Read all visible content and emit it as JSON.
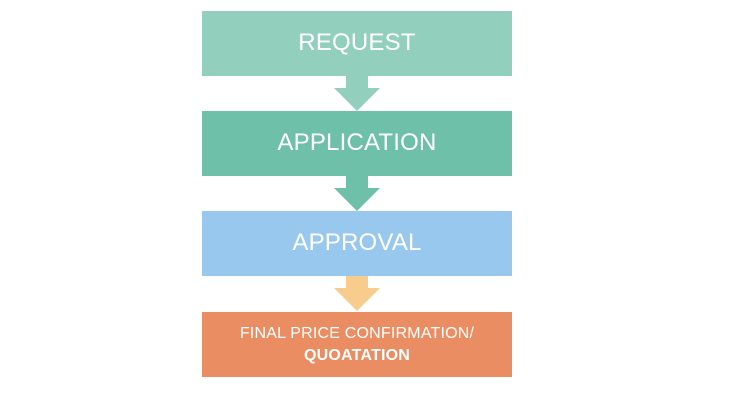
{
  "steps": [
    {
      "label": "REQUEST",
      "color": "#93cfbd"
    },
    {
      "label": "APPLICATION",
      "color": "#6fc0a8"
    },
    {
      "label": "APPROVAL",
      "color": "#99c8ef"
    },
    {
      "label_line1": "FINAL PRICE CONFIRMATION/",
      "label_line2": "QUOATATION",
      "color": "#ea8d63"
    }
  ],
  "arrows": [
    {
      "color": "#93cfbd"
    },
    {
      "color": "#6fc0a8"
    },
    {
      "color": "#f7cc8c"
    }
  ]
}
